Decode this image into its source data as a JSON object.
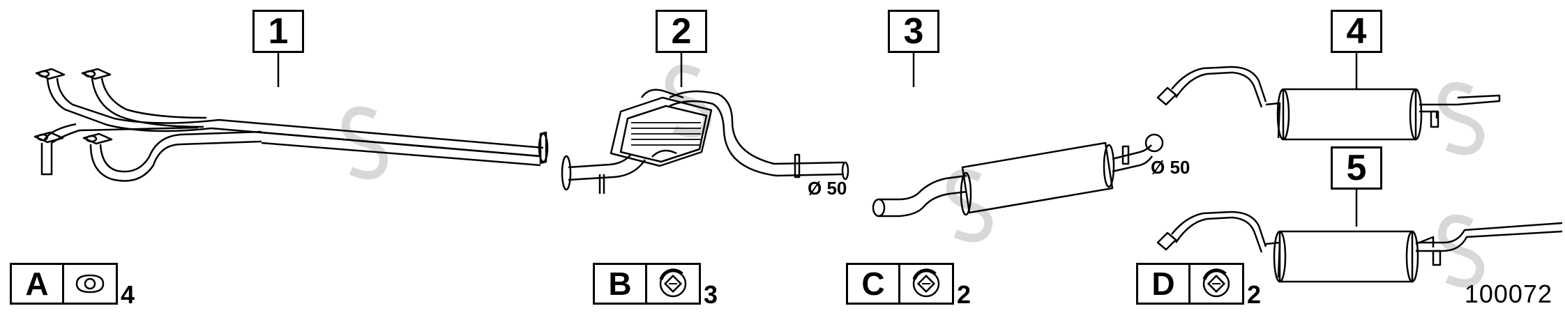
{
  "callouts": [
    "1",
    "2",
    "3",
    "4",
    "5"
  ],
  "legend": [
    {
      "letter": "A",
      "qty": "4",
      "icon": "gasket-icon"
    },
    {
      "letter": "B",
      "qty": "3",
      "icon": "clamp-ring-icon"
    },
    {
      "letter": "C",
      "qty": "2",
      "icon": "clamp-ring-icon"
    },
    {
      "letter": "D",
      "qty": "2",
      "icon": "clamp-ring-icon"
    }
  ],
  "diameter_labels": [
    "Ø 50",
    "Ø 50"
  ],
  "reference_number": "100072"
}
